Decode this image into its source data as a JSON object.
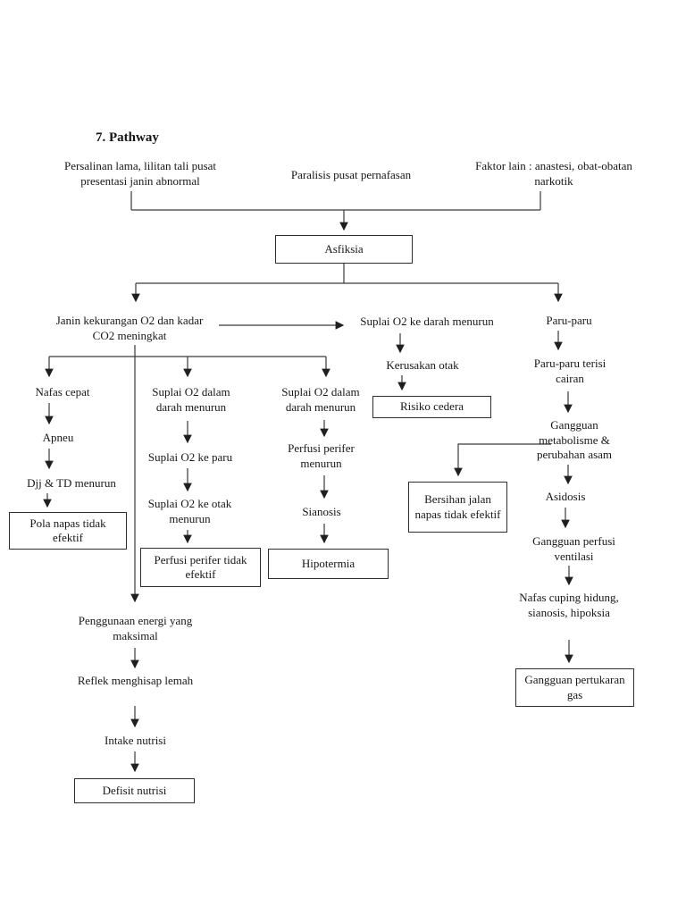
{
  "colors": {
    "background": "#ffffff",
    "text": "#171717",
    "line": "#3a3a3a",
    "box_border": "#2e2e2e"
  },
  "title": "7. Pathway",
  "flowchart": {
    "causes": {
      "left": "Persalinan lama, lilitan tali pusat presentasi janin abnormal",
      "center": "Paralisis pusat pernafasan",
      "right": "Faktor lain : anastesi, obat-obatan narkotik"
    },
    "nodes": {
      "asfiksia": "Asfiksia",
      "janin_kekurangan_o2": "Janin kekurangan O2 dan kadar CO2 meningkat",
      "suplai_o2_ke_darah_menurun": "Suplai O2 ke darah menurun",
      "kerusakan_otak": "Kerusakan otak",
      "risiko_cedera": "Risiko cedera",
      "paru_paru": "Paru-paru",
      "paru_paru_terisi_cairan": "Paru-paru terisi cairan",
      "nafas_cepat": "Nafas cepat",
      "apneu": "Apneu",
      "djj_td_menurun": "Djj & TD menurun",
      "pola_napas_tidak_efektif": "Pola napas tidak efektif",
      "suplai_o2_dalam_darah_menurun_1": "Suplai O2 dalam darah menurun",
      "suplai_o2_ke_paru": "Suplai O2 ke paru",
      "suplai_o2_ke_otak_menurun": "Suplai O2 ke otak menurun",
      "perfusi_perifer_tidak_efektif": "Perfusi perifer tidak efektif",
      "suplai_o2_dalam_darah_menurun_2": "Suplai O2 dalam darah menurun",
      "perfusi_perifer_menurun": "Perfusi perifer menurun",
      "sianosis": "Sianosis",
      "hipotermia": "Hipotermia",
      "bersihan_jalan_napas_tidak_efektif": "Bersihan jalan napas tidak efektif",
      "gangguan_metabolisme": "Gangguan metabolisme & perubahan asam",
      "asidosis": "Asidosis",
      "gangguan_perfusi_ventilasi": "Gangguan perfusi ventilasi",
      "nafas_cuping": "Nafas cuping hidung, sianosis, hipoksia",
      "gangguan_pertukaran_gas": "Gangguan pertukaran gas",
      "penggunaan_energi": "Penggunaan energi yang maksimal",
      "reflek_menghisap_lemah": "Reflek menghisap lemah",
      "intake_nutrisi": "Intake nutrisi",
      "defisit_nutrisi": "Defisit nutrisi"
    },
    "edges": [
      {
        "from": "cause_left",
        "to": "asfiksia"
      },
      {
        "from": "cause_center",
        "to": "asfiksia"
      },
      {
        "from": "cause_right",
        "to": "asfiksia"
      },
      {
        "from": "asfiksia",
        "to": "janin_kekurangan_o2"
      },
      {
        "from": "asfiksia",
        "to": "paru_paru"
      },
      {
        "from": "janin_kekurangan_o2",
        "to": "suplai_o2_ke_darah_menurun"
      },
      {
        "from": "janin_kekurangan_o2",
        "to": "nafas_cepat"
      },
      {
        "from": "janin_kekurangan_o2",
        "to": "suplai_o2_dalam_darah_menurun_1"
      },
      {
        "from": "janin_kekurangan_o2",
        "to": "suplai_o2_dalam_darah_menurun_2"
      },
      {
        "from": "janin_kekurangan_o2",
        "to": "penggunaan_energi"
      },
      {
        "from": "nafas_cepat",
        "to": "apneu"
      },
      {
        "from": "apneu",
        "to": "djj_td_menurun"
      },
      {
        "from": "djj_td_menurun",
        "to": "pola_napas_tidak_efektif"
      },
      {
        "from": "suplai_o2_dalam_darah_menurun_1",
        "to": "suplai_o2_ke_paru"
      },
      {
        "from": "suplai_o2_ke_paru",
        "to": "suplai_o2_ke_otak_menurun"
      },
      {
        "from": "suplai_o2_ke_otak_menurun",
        "to": "perfusi_perifer_tidak_efektif"
      },
      {
        "from": "suplai_o2_dalam_darah_menurun_2",
        "to": "perfusi_perifer_menurun"
      },
      {
        "from": "perfusi_perifer_menurun",
        "to": "sianosis"
      },
      {
        "from": "sianosis",
        "to": "hipotermia"
      },
      {
        "from": "suplai_o2_ke_darah_menurun",
        "to": "kerusakan_otak"
      },
      {
        "from": "kerusakan_otak",
        "to": "risiko_cedera"
      },
      {
        "from": "paru_paru",
        "to": "paru_paru_terisi_cairan"
      },
      {
        "from": "paru_paru_terisi_cairan",
        "to": "gangguan_metabolisme"
      },
      {
        "from": "gangguan_metabolisme",
        "to": "bersihan_jalan_napas_tidak_efektif"
      },
      {
        "from": "gangguan_metabolisme",
        "to": "asidosis"
      },
      {
        "from": "asidosis",
        "to": "gangguan_perfusi_ventilasi"
      },
      {
        "from": "gangguan_perfusi_ventilasi",
        "to": "nafas_cuping"
      },
      {
        "from": "nafas_cuping",
        "to": "gangguan_pertukaran_gas"
      },
      {
        "from": "penggunaan_energi",
        "to": "reflek_menghisap_lemah"
      },
      {
        "from": "reflek_menghisap_lemah",
        "to": "intake_nutrisi"
      },
      {
        "from": "intake_nutrisi",
        "to": "defisit_nutrisi"
      }
    ]
  }
}
